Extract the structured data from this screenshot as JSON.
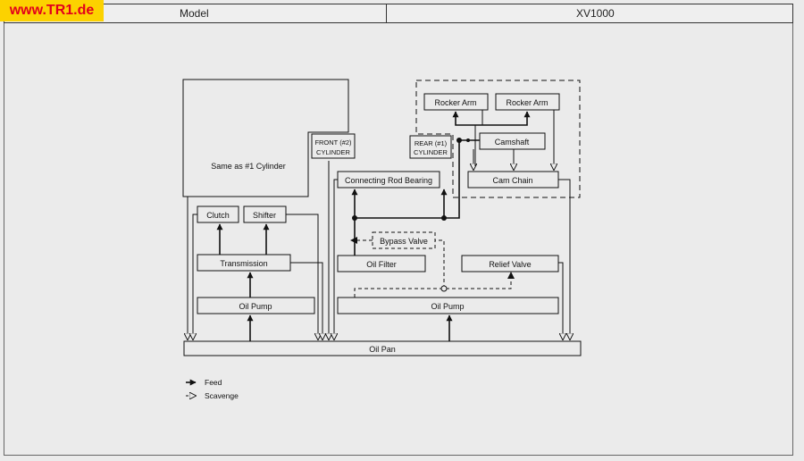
{
  "watermark": "www.TR1.de",
  "header": {
    "model_label": "Model",
    "model_value": "XV1000"
  },
  "cylinders": {
    "same_as": "Same as #1 Cylinder",
    "front_line1": "FRONT (#2)",
    "front_line2": "CYLINDER",
    "rear_line1": "REAR (#1)",
    "rear_line2": "CYLINDER"
  },
  "components": {
    "rocker_arm_left": "Rocker Arm",
    "rocker_arm_right": "Rocker Arm",
    "camshaft": "Camshaft",
    "cam_chain": "Cam Chain",
    "connecting_rod_bearing": "Connecting Rod Bearing",
    "bypass_valve": "Bypass Valve",
    "oil_filter": "Oil Filter",
    "relief_valve": "Relief Valve",
    "oil_pump_right": "Oil Pump",
    "oil_pump_left": "Oil Pump",
    "clutch": "Clutch",
    "shifter": "Shifter",
    "transmission": "Transmission",
    "oil_pan": "Oil Pan"
  },
  "legend": {
    "feed": "Feed",
    "scavenge": "Scavenge"
  },
  "colors": {
    "ink": "#111111",
    "paper": "#ebebeb",
    "watermark_bg": "#fcd200",
    "watermark_text": "#e3001b"
  }
}
